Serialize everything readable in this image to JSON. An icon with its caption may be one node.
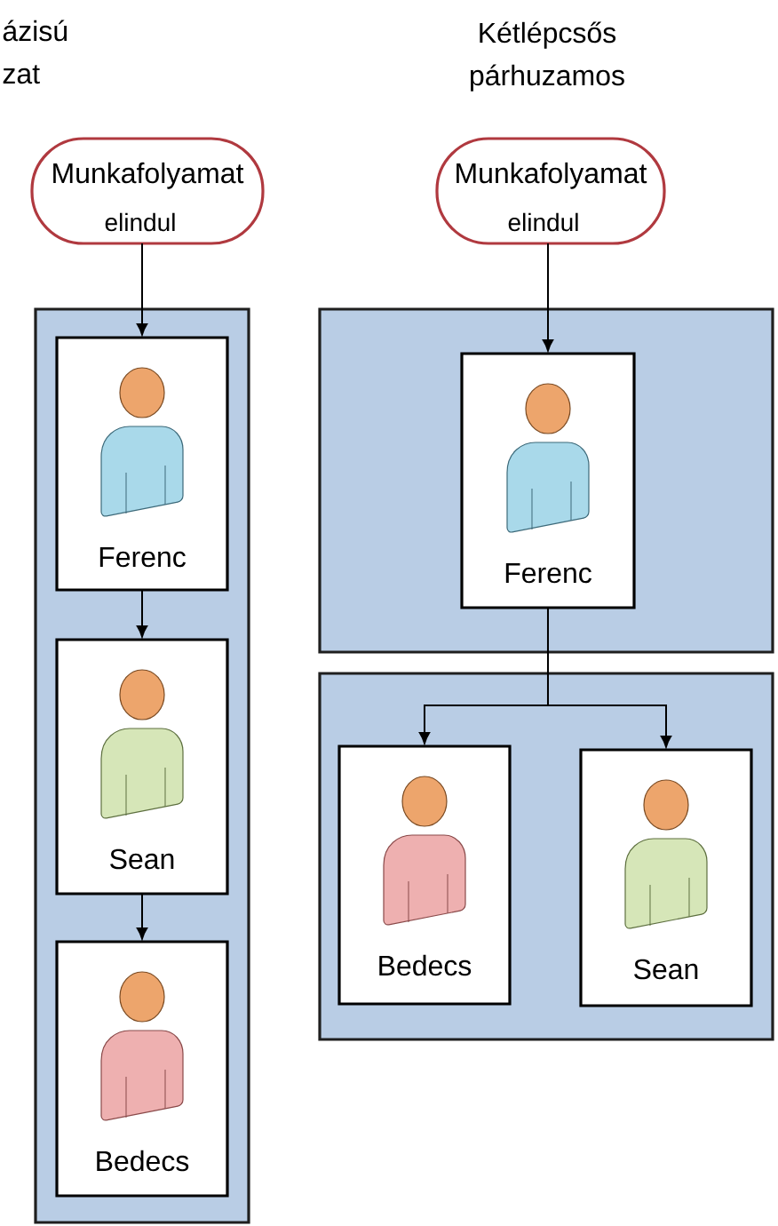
{
  "diagram": {
    "nodes": [
      {
        "text": [
          "Munkafolyamat",
          "elindul"
        ]
      },
      {
        "text": [],
        "shape": "box"
      },
      {
        "text": [
          "Ferenc"
        ],
        "in": 1
      },
      {
        "text": [
          "Sean"
        ],
        "in": 1
      },
      {
        "text": [
          "Bedecs"
        ],
        "in": 1
      },
      {
        "text": [
          "Munkafolyamat",
          "elindul"
        ]
      },
      {
        "text": [],
        "shape": "box"
      },
      {
        "text": [
          "Ferenc"
        ],
        "in": 6
      },
      {
        "text": [],
        "shape": "box"
      },
      {
        "text": [
          "Bedecs"
        ],
        "in": 8
      },
      {
        "text": [
          "Sean"
        ],
        "in": 8
      }
    ],
    "edges": [
      {
        "from": 0,
        "to": 2,
        "arrow": "to"
      },
      {
        "from": 2,
        "to": 3,
        "arrow": "to"
      },
      {
        "from": 3,
        "to": 4,
        "arrow": "to"
      },
      {
        "from": 5,
        "to": 7,
        "arrow": "to"
      },
      {
        "from": 7,
        "to": 9,
        "arrow": "to"
      },
      {
        "from": 7,
        "to": 10,
        "arrow": "to"
      }
    ],
    "labels": [
      "ázisú zat",
      "Kétlépcsős párhuzamos"
    ]
  }
}
